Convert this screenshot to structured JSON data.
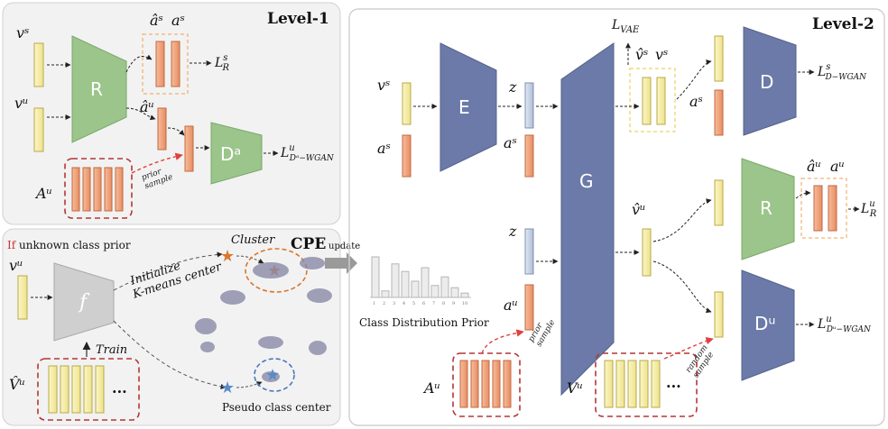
{
  "level1": {
    "title": "Level-1",
    "v_s": "vˢ",
    "v_u": "vᵘ",
    "module_R": "R",
    "ahat_s": "âˢ",
    "a_s": "aˢ",
    "loss_R": "L",
    "loss_R_sub": "R",
    "loss_R_sup": "s",
    "ahat_u": "âᵘ",
    "A_u": "Aᵘ",
    "prior_sample": "prior\nsample",
    "module_Da": "Dᵃ",
    "loss_Da": "L",
    "loss_Da_sub": "Dᵃ−WGAN",
    "loss_Da_sup": "u"
  },
  "cpe": {
    "title": "CPE",
    "if_word": "If",
    "if_rest": " unknown class prior",
    "v_u": "vᵘ",
    "module_f": "f",
    "train": "Train",
    "Vhat_u": "V̂ᵘ",
    "ellipsis": "...",
    "initialize": "Initialize",
    "kmeans": "K-means center",
    "cluster": "Cluster",
    "pseudo": "Pseudo class center",
    "update": "update",
    "class_dist": "Class Distribution Prior"
  },
  "level2": {
    "title": "Level-2",
    "v_s": "vˢ",
    "a_s": "aˢ",
    "module_E": "E",
    "z1": "z",
    "a_s2": "aˢ",
    "z2": "z",
    "a_u": "aᵘ",
    "prior_sample": "prior\nsample",
    "A_u": "Aᵘ",
    "module_G": "G",
    "L_vae": "L",
    "L_vae_sub": "VAE",
    "vhat_s": "v̂ˢ",
    "v_s2": "vˢ",
    "a_s3": "aˢ",
    "module_D": "D",
    "loss_D": "L",
    "loss_D_sub": "D−WGAN",
    "loss_D_sup": "s",
    "vhat_u": "v̂ᵘ",
    "module_R": "R",
    "ahat_u": "âᵘ",
    "a_u2": "aᵘ",
    "loss_R": "L",
    "loss_R_sub": "R",
    "loss_R_sup": "u",
    "module_Du": "Dᵘ",
    "loss_Du": "L",
    "loss_Du_sub": "Dᵘ−WGAN",
    "loss_Du_sup": "u",
    "random_sample": "random\nsample",
    "V_u": "Vᵘ",
    "ellipsis": "..."
  },
  "histogram": {
    "values": [
      0.75,
      0.12,
      0.62,
      0.48,
      0.3,
      0.55,
      0.22,
      0.38,
      0.18,
      0.08
    ],
    "labels": [
      "1",
      "2",
      "3",
      "4",
      "5",
      "6",
      "7",
      "8",
      "9",
      "10"
    ]
  },
  "colors": {
    "yellow": "#f8f0a0",
    "orange": "#f0a27a",
    "blue_bar": "#c9d5e8",
    "green": "#9bc58a",
    "slate": "#6b7aa8",
    "gray_f": "#cfcfcf",
    "dash_red": "#b33636",
    "dash_orange": "#f0a050"
  }
}
